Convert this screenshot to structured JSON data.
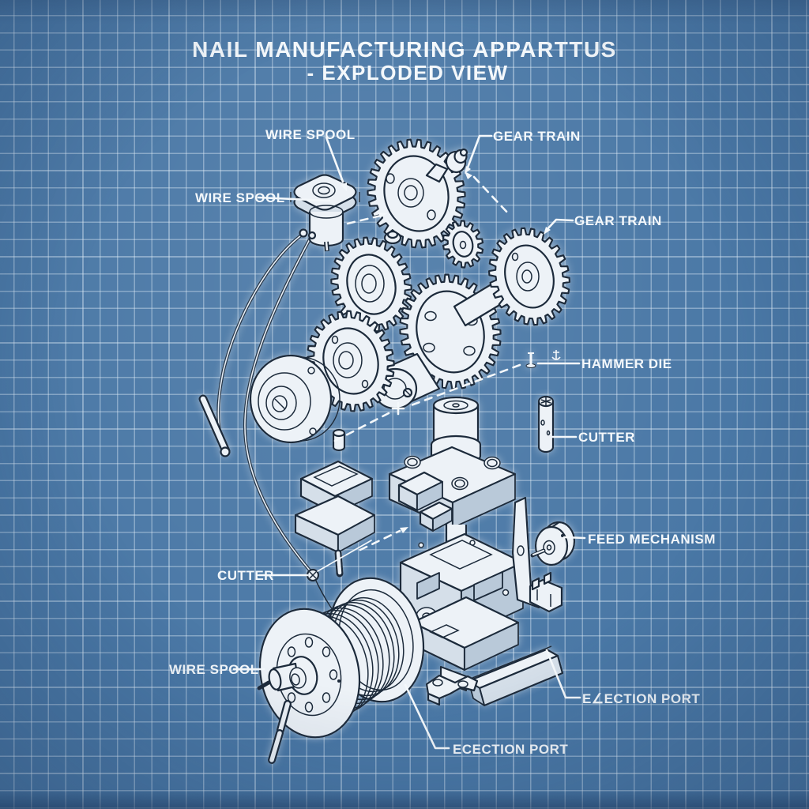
{
  "title": {
    "line1": "NAIL MANUFACTURING APPARTTUS",
    "line2": "- EXPLODED VIEW"
  },
  "labels": {
    "wire_spool_top": "WIRE SPOOL",
    "wire_spool_left": "WIRE SPOOL",
    "wire_spool_bottom": "WIRE SPOOL",
    "gear_train_top": "GEAR TRAIN",
    "gear_train_right": "GEAR TRAIN",
    "hammer_die": "HAMMER DIE",
    "cutter_right": "CUTTER",
    "cutter_left": "CUTTER",
    "feed_mechanism": "FEED MECHANISM",
    "ejection_port_right": "E∠ECTION PORT",
    "ejection_port_bottom": "ECECTION PORT"
  },
  "colors": {
    "background": "#4a78a6",
    "grid_line": "#cfe0ee",
    "part_fill": "#edf2f7",
    "part_shade": "#d5dfe9",
    "outline": "#1c2b3a",
    "label_text": "#f4f8fb"
  }
}
